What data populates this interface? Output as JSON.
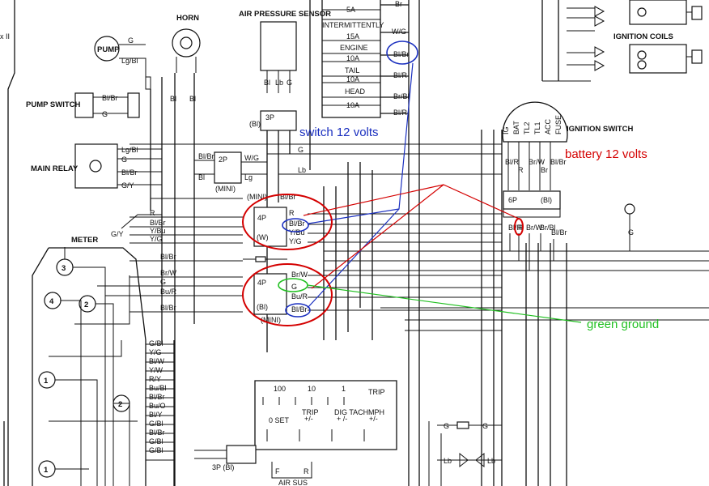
{
  "diagram": {
    "components": {
      "horn": "HORN",
      "pump": "PUMP",
      "pump_switch": "PUMP SWITCH",
      "main_relay": "MAIN RELAY",
      "meter": "METER",
      "air_pressure_sensor": "AIR PRESSURE SENSOR",
      "ignition_switch": "IGNITION SWITCH",
      "ignition_coils": "IGNITION COILS",
      "air_sus": "AIR SUS"
    },
    "fuses": [
      {
        "rating": "5A",
        "name": "INTERMITTENTLY"
      },
      {
        "rating": "15A",
        "name": "ENGINE"
      },
      {
        "rating": "10A",
        "name": "TAIL"
      },
      {
        "rating": "10A",
        "name": "HEAD"
      },
      {
        "rating": "10A",
        "name": ""
      }
    ],
    "fuse_wires": [
      "Br",
      "W/G",
      "Bl/Br",
      "Bl/R",
      "Br/Bl",
      "Bl/R"
    ],
    "connectors": {
      "three_p": "3P",
      "three_p_bl": "(Bl)",
      "two_p": "2P",
      "mini": "(MINI)",
      "four_p": "4P",
      "w": "(W)",
      "bl": "(Bl)",
      "six_p": "6P",
      "six_p_bl": "(Bl)",
      "three_p_bl2": "3P (Bl)"
    },
    "ignition_switch_pins": [
      "IG",
      "BAT",
      "TL2",
      "TL1",
      "ACC",
      "FUSE"
    ],
    "ignition_switch_wires": [
      "Bl/R",
      "R",
      "Br/W",
      "Br",
      "Bl/Br"
    ],
    "six_p_wires": [
      "Bl/R",
      "R",
      "Br/W",
      "Br/Bl",
      "Bl/Br"
    ],
    "connector_a_wires": [
      "Bl/Br",
      "R",
      "Bl/Br",
      "Y/Bu",
      "Y/G"
    ],
    "connector_b_wires": [
      "Bl/Br",
      "Br/W",
      "G",
      "Bu/R",
      "Bl/Br"
    ],
    "meter_left_wires": [
      "R",
      "Bl/Br",
      "Y/Bu",
      "Y/G",
      "Bl/Br",
      "Br/W",
      "G",
      "Bu/R",
      "Bl/Br"
    ],
    "meter_bus_wires": [
      "G/Bl",
      "Y/G",
      "Bl/W",
      "Y/W",
      "R/Y",
      "Bu/Bl",
      "Bl/Br",
      "Bu/O",
      "Bl/Y",
      "G/Bl",
      "Bl/Br",
      "G/Bl",
      "G/Bl"
    ],
    "meter_numbers": [
      "3",
      "2",
      "4",
      "1",
      "2",
      "1"
    ],
    "pump_wires": [
      "G",
      "Lg/Bl"
    ],
    "pump_switch_wires": [
      "Bl/Br",
      "G"
    ],
    "main_relay_wires": [
      "Lg/Bl",
      "G",
      "Bl/Br",
      "G/Y"
    ],
    "horn_wires": [
      "Bl",
      "Bl"
    ],
    "sensor_wires": [
      "Bl",
      "Lb",
      "G"
    ],
    "mini2p_wires": [
      "Bl/Br",
      "W/G",
      "Bl",
      "Lg"
    ],
    "center_wires": [
      "G",
      "Lb"
    ],
    "meter_gy": "G/Y",
    "trip_labels": [
      "100",
      "10",
      "1",
      "TRIP",
      "0 SET",
      "TRIP",
      "DIG TACH",
      "MPH"
    ],
    "trip_sub": [
      "+/-",
      "+ /-",
      "+/-"
    ],
    "air_sus_labels": [
      "F",
      "R"
    ],
    "bottom_right_wires": [
      "G",
      "G",
      "Lb",
      "Lb"
    ],
    "ground_label": "G",
    "corner_mark": "x II"
  },
  "annotations": {
    "switch": "switch 12 volts",
    "battery": "battery 12 volts",
    "ground": "green ground",
    "colors": {
      "switch": "#1a2fbf",
      "battery": "#d40000",
      "ground": "#22c022"
    }
  }
}
